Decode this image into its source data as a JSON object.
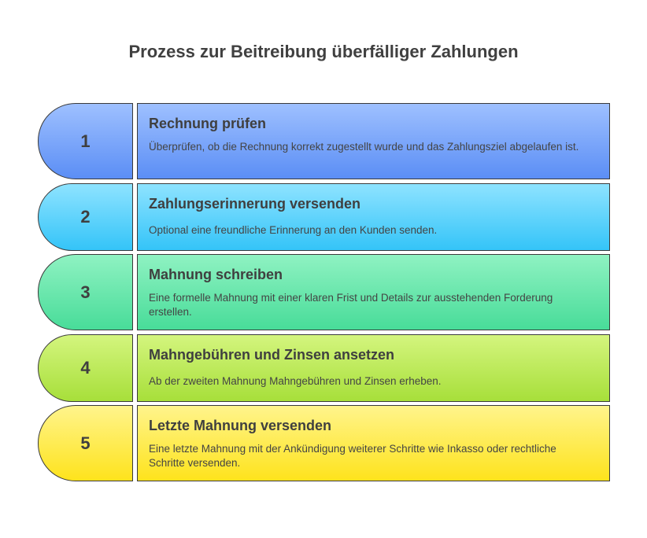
{
  "title": "Prozess zur Beitreibung überfälliger Zahlungen",
  "steps": [
    {
      "number": "1",
      "heading": "Rechnung prüfen",
      "description": "Überprüfen, ob die Rechnung korrekt zugestellt wurde und das Zahlungsziel abgelaufen ist.",
      "color_top": "#9ec0ff",
      "color_bottom": "#5b8ef5"
    },
    {
      "number": "2",
      "heading": "Zahlungserinnerung versenden",
      "description": "Optional eine freundliche Erinnerung an den Kunden senden.",
      "color_top": "#8ee3ff",
      "color_bottom": "#34c4f8"
    },
    {
      "number": "3",
      "heading": "Mahnung schreiben",
      "description": "Eine formelle Mahnung mit einer klaren Frist und Details zur ausstehenden Forderung erstellen.",
      "color_top": "#8ff2c2",
      "color_bottom": "#48dc99"
    },
    {
      "number": "4",
      "heading": "Mahngebühren und Zinsen ansetzen",
      "description": "Ab der zweiten Mahnung Mahngebühren und Zinsen erheben.",
      "color_top": "#d4f57e",
      "color_bottom": "#a7df3a"
    },
    {
      "number": "5",
      "heading": "Letzte Mahnung versenden",
      "description": "Eine letzte Mahnung mit der Ankündigung weiterer Schritte wie Inkasso oder rechtliche Schritte versenden.",
      "color_top": "#fff48c",
      "color_bottom": "#fee31c"
    }
  ]
}
